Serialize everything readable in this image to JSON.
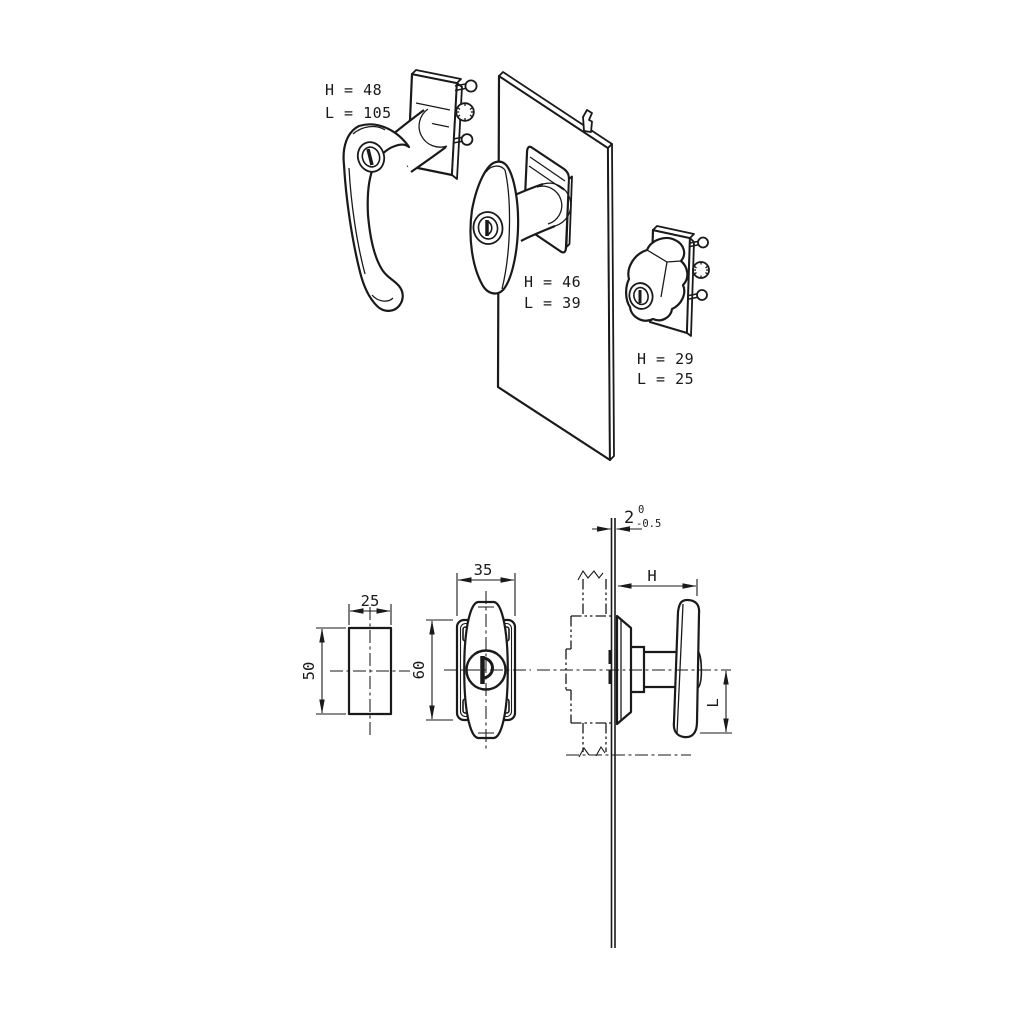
{
  "drawing": {
    "background_color": "#ffffff",
    "line_color": "#1a1a1a",
    "variants": [
      {
        "id": "l-handle",
        "h_label": "H = 48",
        "l_label": "L = 105"
      },
      {
        "id": "t-handle",
        "h_label": "H = 46",
        "l_label": "L = 39"
      },
      {
        "id": "wing-knob",
        "h_label": "H = 29",
        "l_label": "L = 25"
      }
    ],
    "dimensions": {
      "cutout_width": "25",
      "cutout_height": "50",
      "plate_width": "35",
      "plate_height": "60",
      "panel_thickness": "2",
      "panel_thickness_tol_upper": "0",
      "panel_thickness_tol_lower": "-0.5",
      "handle_height_ref": "H",
      "handle_length_ref": "L"
    }
  }
}
